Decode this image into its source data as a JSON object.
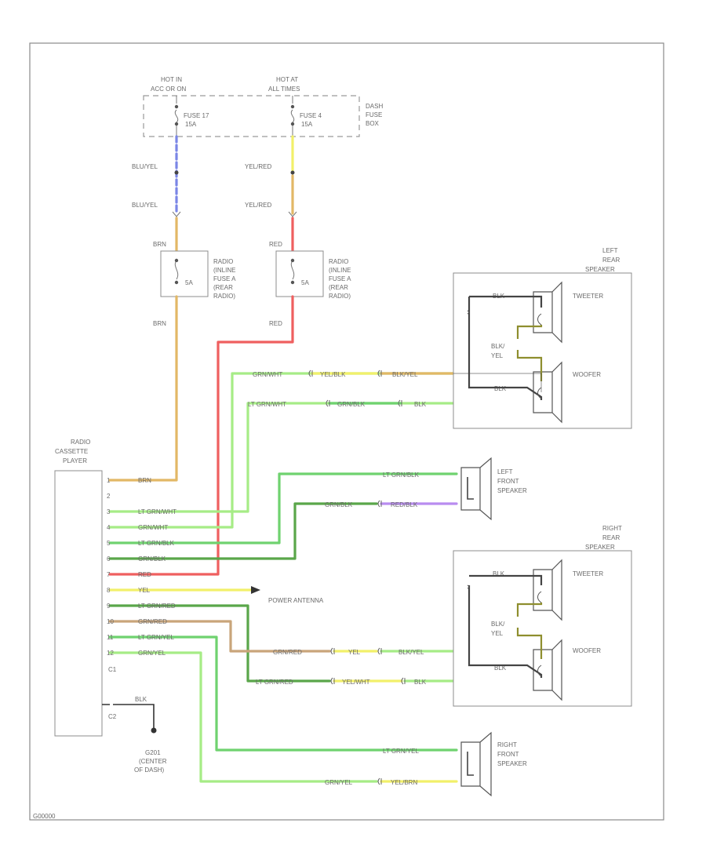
{
  "fuse_box": {
    "hot_left": "HOT IN",
    "hot_left_sub": "ACC OR ON",
    "hot_right": "HOT AT",
    "hot_right_sub": "ALL TIMES",
    "fuse_left": "FUSE 17",
    "fuse_left_amp": "15A",
    "fuse_right": "FUSE 4",
    "fuse_right_amp": "15A",
    "name_1": "DASH",
    "name_2": "FUSE",
    "name_3": "BOX"
  },
  "upper_wires": {
    "left_1": "BLU/YEL",
    "left_2": "BLU/YEL",
    "right_1": "YEL/RED",
    "right_2": "YEL/RED",
    "left_3": "BRN",
    "right_3": "RED",
    "left_4": "BRN",
    "right_4": "RED"
  },
  "radio_fuses": {
    "left_amp": "5A",
    "right_amp": "5A",
    "left_label": [
      "RADIO",
      "(INLINE",
      "FUSE A",
      "(REAR",
      "RADIO)"
    ],
    "right_label": [
      "RADIO",
      "(INLINE",
      "FUSE A",
      "(REAR",
      "RADIO)"
    ]
  },
  "radio": {
    "title": [
      "RADIO",
      "CASSETTE",
      "PLAYER"
    ],
    "pins": [
      "1",
      "2",
      "3",
      "4",
      "5",
      "6",
      "7",
      "8",
      "9",
      "10",
      "11",
      "12"
    ],
    "pin_wires": [
      "BRN",
      "",
      "LT GRN/WHT",
      "GRN/WHT",
      "LT GRN/BLK",
      "GRN/BLK",
      "RED",
      "YEL",
      "LT GRN/RED",
      "GRN/RED",
      "LT GRN/YEL",
      "GRN/YEL"
    ],
    "c1": "C1",
    "c2": "C2",
    "ground_wire": "BLK",
    "ground": [
      "G201",
      "(CENTER",
      "OF DASH)"
    ]
  },
  "power_antenna": "POWER ANTENNA",
  "left_rear": {
    "title": [
      "LEFT",
      "REAR",
      "SPEAKER"
    ],
    "tweeter": "TWEETER",
    "woofer": "WOOFER",
    "mid_1": "BLK/",
    "mid_2": "YEL",
    "wire_top": "BLK",
    "wire_bottom": "BLK",
    "run1": [
      "GRN/WHT",
      "YEL/BLK",
      "BLK/YEL"
    ],
    "run2": [
      "LT GRN/WHT",
      "GRN/BLK",
      "BLK"
    ]
  },
  "left_front": {
    "title": [
      "LEFT",
      "FRONT",
      "SPEAKER"
    ],
    "wire_top": "LT GRN/BLK",
    "wire_bottom": [
      "GRN/BLK",
      "RED/BLK"
    ]
  },
  "right_rear": {
    "title": [
      "RIGHT",
      "REAR",
      "SPEAKER"
    ],
    "tweeter": "TWEETER",
    "woofer": "WOOFER",
    "mid_1": "BLK/",
    "mid_2": "YEL",
    "wire_top": "BLK",
    "wire_bottom": "BLK",
    "run1": [
      "GRN/RED",
      "YEL",
      "BLK/YEL"
    ],
    "run2": [
      "LT GRN/RED",
      "YEL/WHT",
      "BLK"
    ]
  },
  "right_front": {
    "title": [
      "RIGHT",
      "FRONT",
      "SPEAKER"
    ],
    "wire_top": "LT GRN/YEL",
    "wire_bottom": [
      "GRN/YEL",
      "YEL/BRN"
    ]
  },
  "footer_code": "G00000",
  "colors": {
    "blue": "#7a86e6",
    "yellow": "#f2f06a",
    "orange": "#e2b866",
    "red": "#ef5f5f",
    "green": "#6fd26f",
    "lt_green": "#a6ec86",
    "dk_green": "#5aa64a",
    "tan": "#c9a57a",
    "purple": "#b98cf0"
  }
}
